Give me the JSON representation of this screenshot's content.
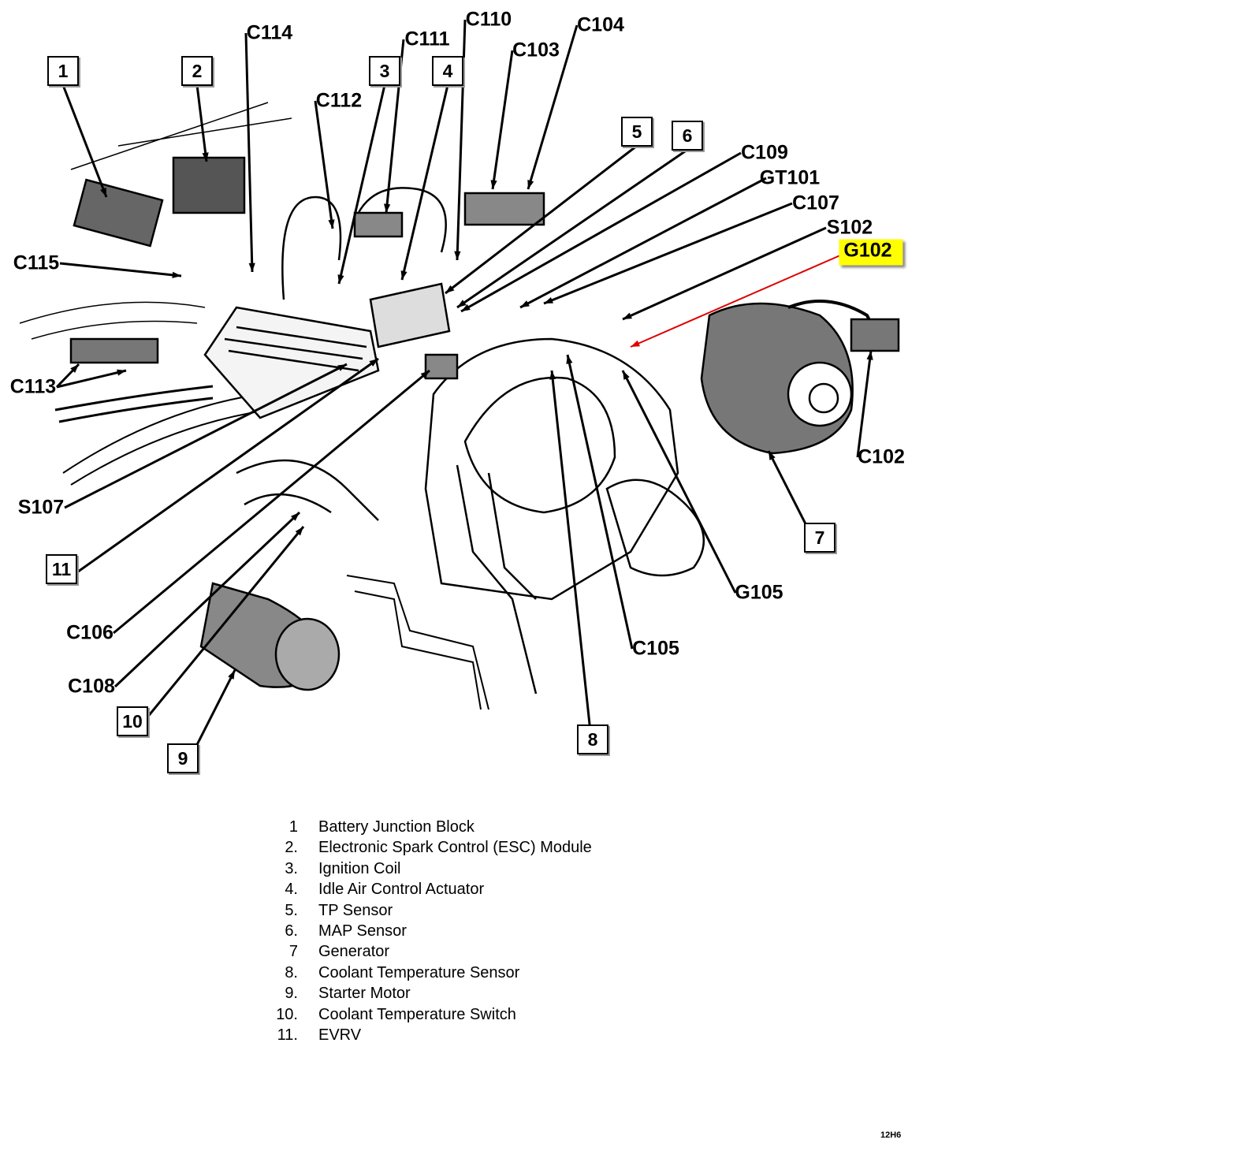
{
  "callouts": {
    "numbered": [
      "1",
      "2",
      "3",
      "4",
      "5",
      "6",
      "7",
      "8",
      "9",
      "10",
      "11"
    ],
    "codes": [
      "C114",
      "C111",
      "C110",
      "C103",
      "C104",
      "C112",
      "C109",
      "GT101",
      "C107",
      "S102",
      "G102",
      "C115",
      "C113",
      "S107",
      "C106",
      "C108",
      "G105",
      "C105",
      "C102"
    ],
    "highlighted": "G102",
    "highlight_color": "#ffff00",
    "highlight_leader_color": "#e00000"
  },
  "legend": [
    {
      "num": "1",
      "label": "Battery Junction Block"
    },
    {
      "num": "2.",
      "label": "Electronic Spark Control (ESC) Module"
    },
    {
      "num": "3.",
      "label": "Ignition Coil"
    },
    {
      "num": "4.",
      "label": "Idle Air Control Actuator"
    },
    {
      "num": "5.",
      "label": "TP Sensor"
    },
    {
      "num": "6.",
      "label": "MAP Sensor"
    },
    {
      "num": "7",
      "label": "Generator"
    },
    {
      "num": "8.",
      "label": "Coolant Temperature Sensor"
    },
    {
      "num": "9.",
      "label": "Starter Motor"
    },
    {
      "num": "10.",
      "label": "Coolant Temperature Switch"
    },
    {
      "num": "11.",
      "label": "EVRV"
    }
  ],
  "figure_id": "12H6"
}
